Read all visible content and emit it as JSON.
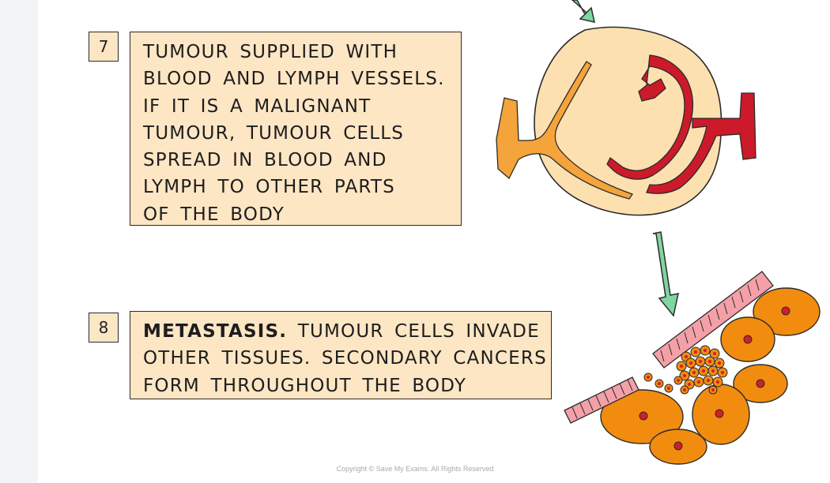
{
  "step7": {
    "number": "7",
    "lines": [
      "TUMOUR SUPPLIED WITH",
      "BLOOD AND LYMPH VESSELS.",
      "IF IT IS A MALIGNANT",
      "TUMOUR, TUMOUR CELLS",
      "SPREAD IN BLOOD AND",
      "LYMPH TO OTHER PARTS",
      "OF THE BODY"
    ]
  },
  "step8": {
    "number": "8",
    "heading": "METASTASIS.",
    "line1_rest": " TUMOUR CELLS INVADE",
    "lines": [
      "OTHER TISSUES. SECONDARY CANCERS",
      "FORM THROUGHOUT THE BODY"
    ]
  },
  "copyright": "Copyright © Save My Exams. All Rights Reserved",
  "colors": {
    "box_fill": "#fde6c4",
    "tumour_fill": "#fde0b0",
    "blood_vessel": "#cc1a2a",
    "lymph_vessel": "#f4a43a",
    "arrow": "#7fd6a0",
    "tissue_cell": "#f28c0f",
    "vessel_pink": "#f4a0a8"
  }
}
